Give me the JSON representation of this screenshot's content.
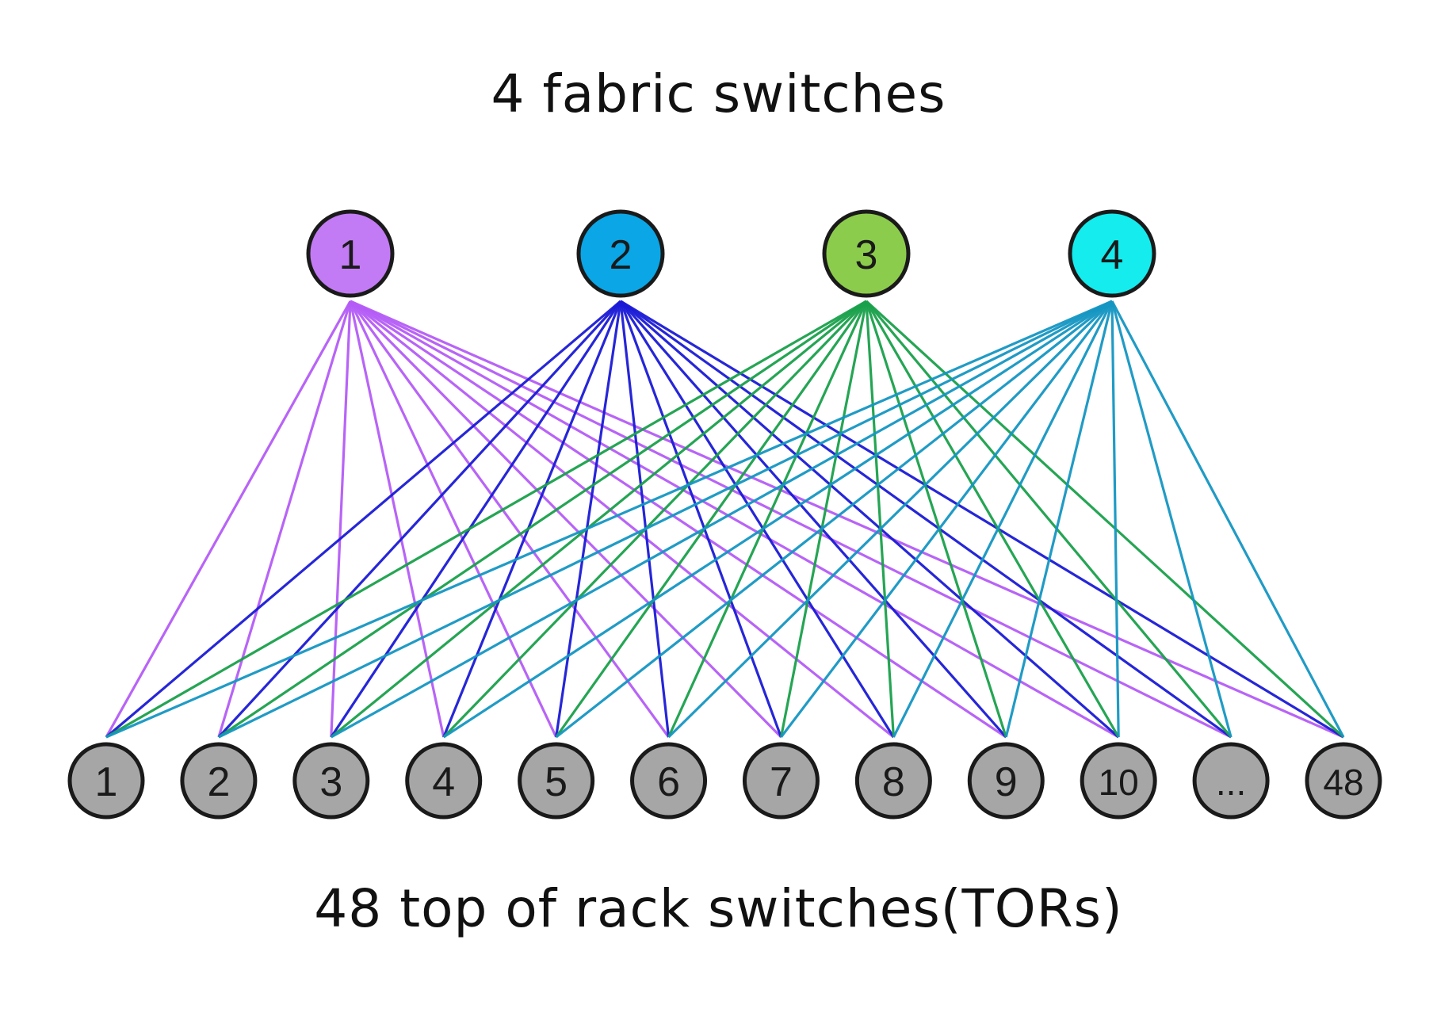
{
  "diagram": {
    "top_title": "4 fabric switches",
    "bottom_title": "48 top of rack switches(TORs)"
  },
  "fabric_switches": [
    {
      "label": "1",
      "color": "#c27bf4",
      "link_color": "#b45cf7"
    },
    {
      "label": "2",
      "color": "#0aa6e6",
      "link_color": "#1a1ad6"
    },
    {
      "label": "3",
      "color": "#8ccc4c",
      "link_color": "#19a04b"
    },
    {
      "label": "4",
      "color": "#14ecee",
      "link_color": "#1496c2"
    }
  ],
  "tor_switches": [
    {
      "label": "1"
    },
    {
      "label": "2"
    },
    {
      "label": "3"
    },
    {
      "label": "4"
    },
    {
      "label": "5"
    },
    {
      "label": "6"
    },
    {
      "label": "7"
    },
    {
      "label": "8"
    },
    {
      "label": "9"
    },
    {
      "label": "10"
    },
    {
      "label": "..."
    },
    {
      "label": "48"
    }
  ],
  "colors": {
    "tor_fill": "#a6a6a6",
    "node_stroke": "#1a1a1a"
  }
}
